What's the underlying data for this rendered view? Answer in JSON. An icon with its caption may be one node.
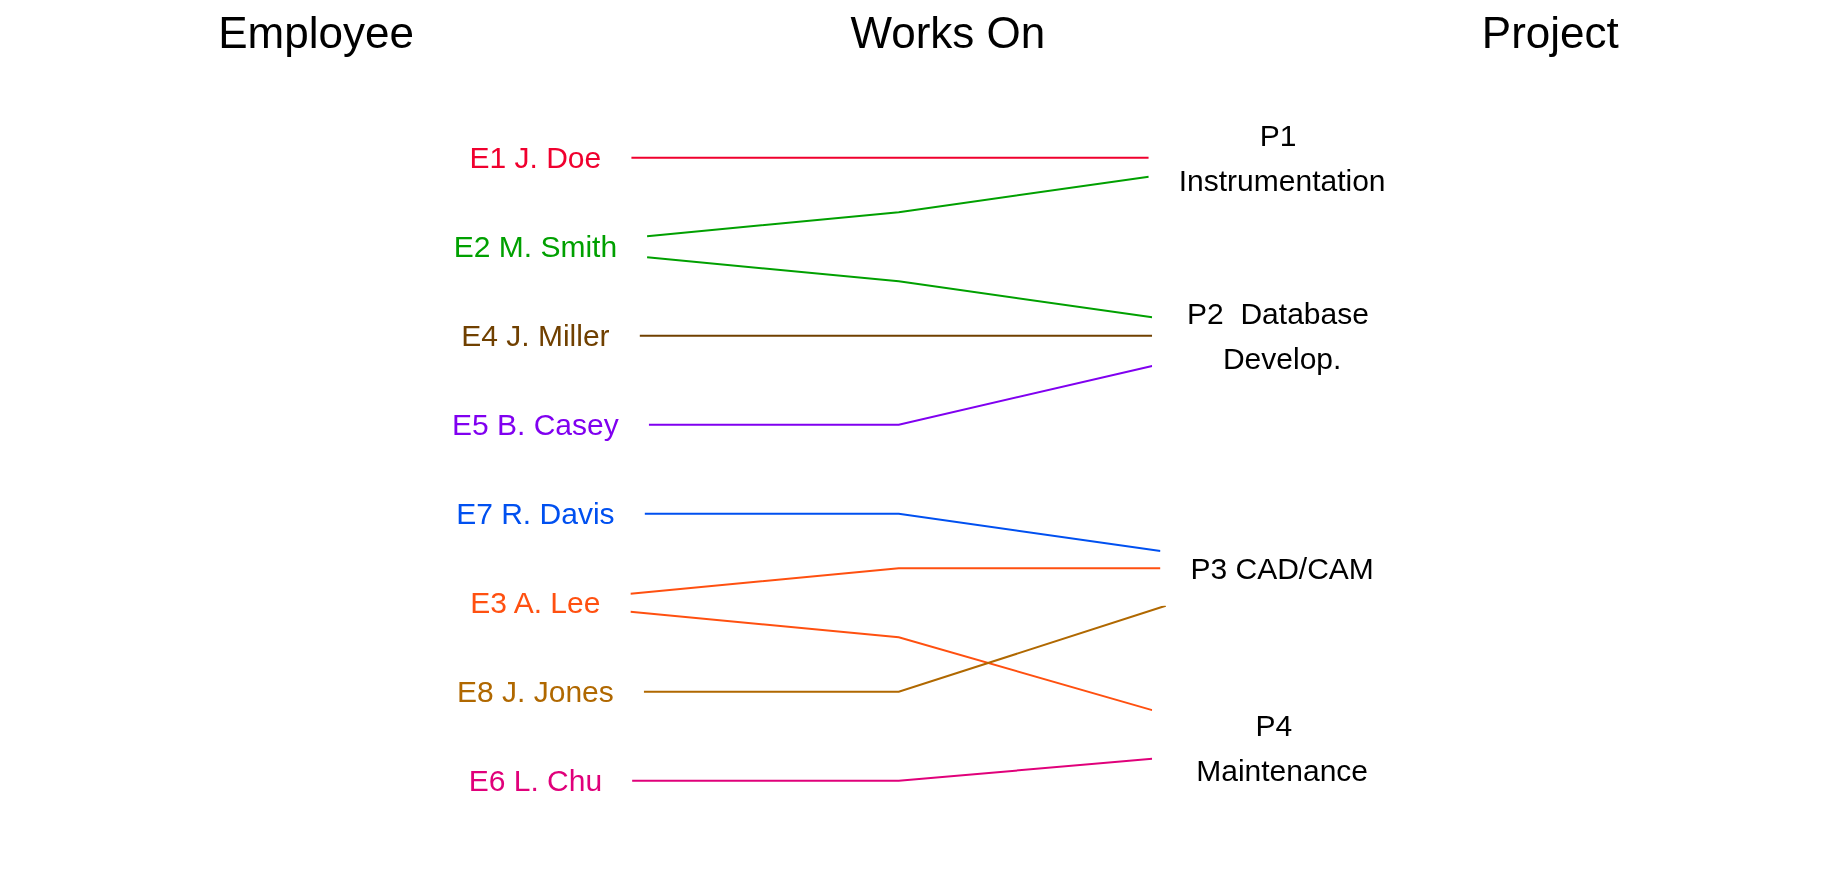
{
  "diagram": {
    "nodes": [
      {
        "text": [
          "E1  J. Doe"
        ]
      },
      {
        "text": [
          "E2  M. Smith"
        ]
      },
      {
        "text": [
          "E3  A. Lee"
        ]
      },
      {
        "text": [
          "E4  J. Miller"
        ]
      },
      {
        "text": [
          "E5  B. Casey"
        ]
      },
      {
        "text": [
          "E6  L. Chu"
        ]
      },
      {
        "text": [
          "E7  R. Davis"
        ]
      },
      {
        "text": [
          "E8  J. Jones"
        ]
      },
      {
        "text": [
          "P1 Instrumentation"
        ]
      },
      {
        "text": [
          "P2  Database Develop."
        ]
      },
      {
        "text": [
          "P3  CAD/CAM"
        ]
      },
      {
        "text": [
          "P4  Maintenance"
        ]
      }
    ],
    "edges": [
      {
        "from": 0,
        "to": 8,
        "arrow": "none",
        "color": "#f0002e"
      },
      {
        "from": 1,
        "to": 8,
        "arrow": "none",
        "color": "#00a000"
      },
      {
        "from": 1,
        "to": 9,
        "arrow": "none",
        "color": "#00a000"
      },
      {
        "from": 2,
        "to": 10,
        "arrow": "none",
        "color": "#ff5010"
      },
      {
        "from": 2,
        "to": 11,
        "arrow": "none",
        "color": "#ff5010"
      },
      {
        "from": 3,
        "to": 9,
        "arrow": "none",
        "color": "#704000"
      },
      {
        "from": 4,
        "to": 9,
        "arrow": "none",
        "color": "#8000f0"
      },
      {
        "from": 5,
        "to": 11,
        "arrow": "none",
        "color": "#e0007a"
      },
      {
        "from": 6,
        "to": 10,
        "arrow": "none",
        "color": "#0050f0"
      },
      {
        "from": 7,
        "to": 10,
        "arrow": "none",
        "color": "#b06800"
      }
    ],
    "labels": [
      "Employee",
      "Works On",
      "Project"
    ]
  }
}
